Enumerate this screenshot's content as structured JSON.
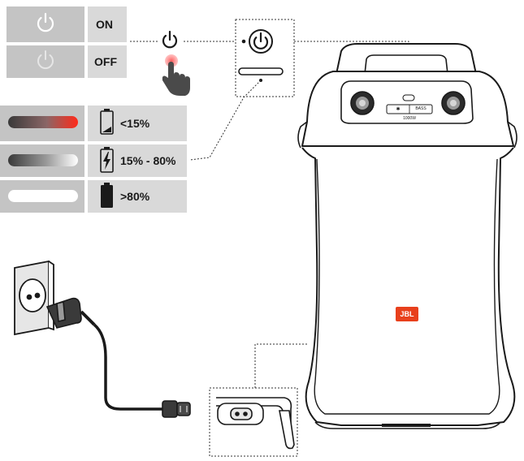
{
  "power_legend": {
    "on_label": "ON",
    "off_label": "OFF",
    "on_icon": "power-icon",
    "off_icon": "power-icon"
  },
  "battery_legend": {
    "rows": [
      {
        "label": "<15%",
        "icon": "battery-low-icon",
        "bar_colors": [
          "#3a3a3a",
          "#ff2a1a"
        ]
      },
      {
        "label": "15% - 80%",
        "icon": "battery-charging-icon",
        "bar_colors": [
          "#3a3a3a",
          "#ffffff"
        ]
      },
      {
        "label": ">80%",
        "icon": "battery-full-icon",
        "bar_colors": [
          "#ffffff",
          "#ffffff"
        ]
      }
    ]
  },
  "callout": {
    "power_button_icon": "power-icon",
    "led_bar_icon": "status-led-bar",
    "touch_icon": "finger-press-icon"
  },
  "speaker": {
    "brand": "JBL",
    "top_panel_text": "1000W",
    "light_label": "✱",
    "bass_label": "BASS",
    "brand_color": "#e8401c"
  },
  "charging": {
    "outlet_icon": "wall-outlet-icon",
    "plug_icon": "power-plug-icon",
    "port_icon": "ac-port-icon"
  }
}
